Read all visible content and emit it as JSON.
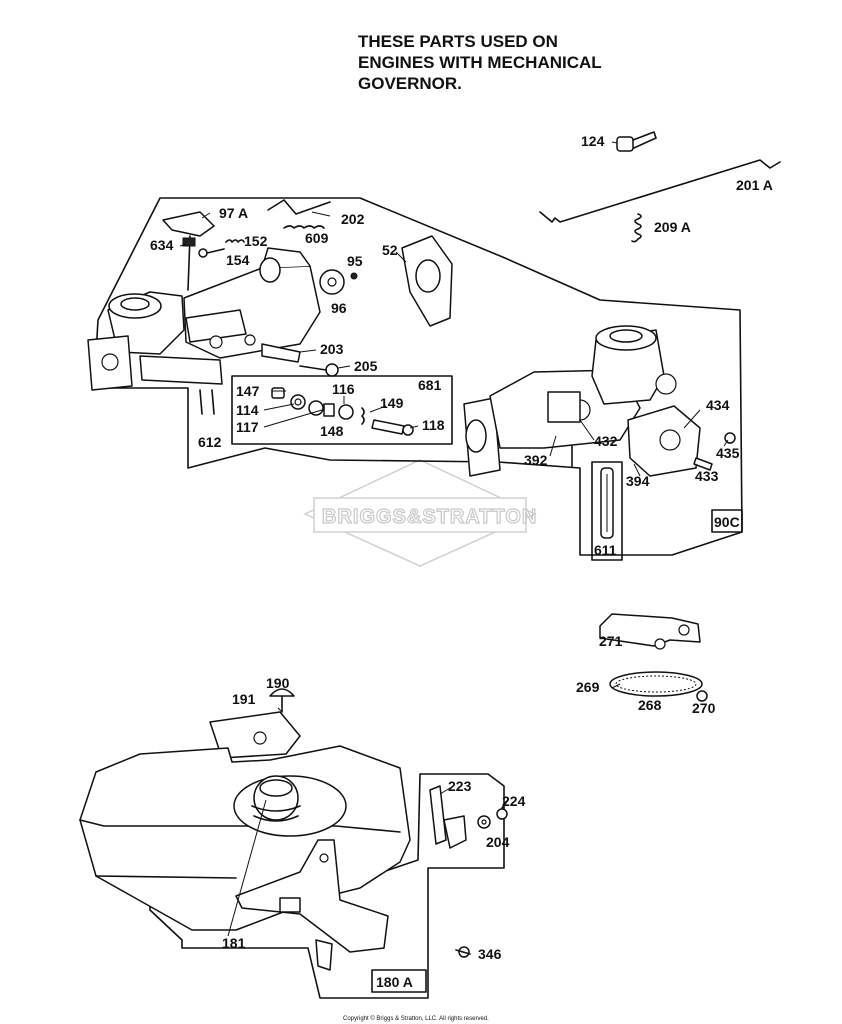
{
  "header": {
    "lines": [
      "THESE PARTS USED ON",
      "ENGINES WITH MECHANICAL",
      "GOVERNOR."
    ]
  },
  "watermark": "BRIGGS&STRATTON",
  "copyright": "Copyright © Briggs & Stratton, LLC. All rights reserved.",
  "parts": {
    "p124": "124",
    "p201a": "201 A",
    "p209a": "209 A",
    "p97a": "97 A",
    "p202": "202",
    "p609": "609",
    "p634": "634",
    "p152": "152",
    "p154": "154",
    "p52": "52",
    "p95": "95",
    "p96": "96",
    "p203": "203",
    "p205": "205",
    "p681": "681",
    "p147": "147",
    "p116": "116",
    "p114": "114",
    "p149": "149",
    "p117": "117",
    "p148": "148",
    "p118": "118",
    "p612": "612",
    "p434": "434",
    "p432": "432",
    "p435": "435",
    "p392": "392",
    "p394": "394",
    "p433": "433",
    "p90c": "90C",
    "p611": "611",
    "p271": "271",
    "p269": "269",
    "p268": "268",
    "p270": "270",
    "p190": "190",
    "p191": "191",
    "p223": "223",
    "p224": "224",
    "p204": "204",
    "p181": "181",
    "p346": "346",
    "p180a": "180 A"
  }
}
